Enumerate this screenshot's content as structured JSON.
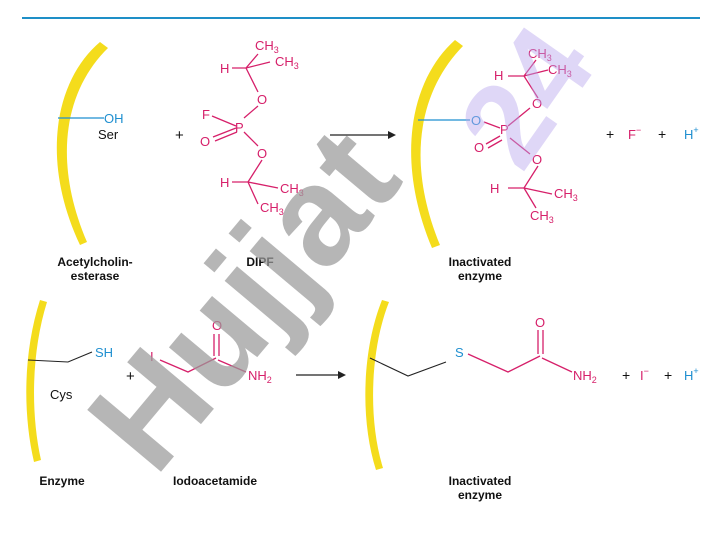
{
  "colors": {
    "header_line": "#1e8fc7",
    "enzyme_band": "#f4dc1c",
    "atom_magenta": "#d6206a",
    "atom_blue": "#1f8fd0",
    "watermark_grey": "#9a9a9a",
    "watermark_purple": "#b9a7ee"
  },
  "watermark": {
    "main": "Hujjat",
    "corner": "24"
  },
  "reaction1": {
    "reactant_enzyme": {
      "oh": "OH",
      "residue": "Ser"
    },
    "plus1": "+",
    "dipf": {
      "ch3": "CH",
      "ch3_sub": "3",
      "h": "H",
      "o": "O",
      "p": "P",
      "f": "F"
    },
    "product": {
      "o": "O",
      "p": "P",
      "h": "H",
      "ch3": "CH",
      "ch3_sub": "3"
    },
    "plus2": "+",
    "fluoride": "F",
    "fluoride_charge": "−",
    "plus3": "+",
    "proton": "H",
    "proton_charge": "+",
    "label_enzyme_line1": "Acetylcholin-",
    "label_enzyme_line2": "esterase",
    "label_reagent": "DIPF",
    "label_product_line1": "Inactivated",
    "label_product_line2": "enzyme"
  },
  "reaction2": {
    "reactant_enzyme": {
      "sh": "SH",
      "residue": "Cys"
    },
    "plus1": "+",
    "iodo": {
      "i": "I",
      "o": "O",
      "nh": "NH",
      "nh_sub": "2"
    },
    "product": {
      "s": "S",
      "o": "O",
      "nh": "NH",
      "nh_sub": "2"
    },
    "plus2": "+",
    "iodide": "I",
    "iodide_charge": "−",
    "plus3": "+",
    "proton": "H",
    "proton_charge": "+",
    "label_enzyme": "Enzyme",
    "label_reagent": "Iodoacetamide",
    "label_product_line1": "Inactivated",
    "label_product_line2": "enzyme"
  }
}
